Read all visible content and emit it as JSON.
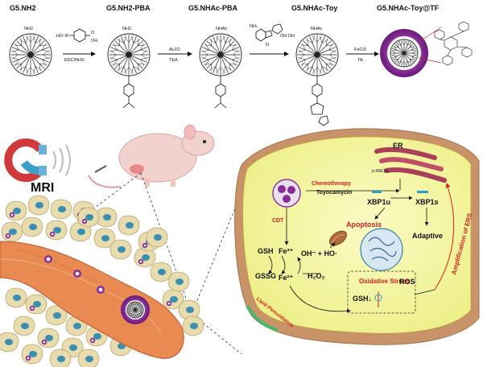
{
  "synthesis": {
    "stages": [
      "G5.NH2",
      "G5.NH2-PBA",
      "G5.NHAc-PBA",
      "G5.NHAc-Toy",
      "G5.NHAc-Toy@TF"
    ],
    "reagents": [
      {
        "above": "",
        "below": "EDC/NHS"
      },
      {
        "above": "Ac2O",
        "below": "TEA"
      },
      {
        "above": "",
        "below": ""
      },
      {
        "above": "FeCl3",
        "below": "TA"
      }
    ],
    "surface_groups": [
      "NH2",
      "NH2",
      "NHAc",
      "NHAc",
      ""
    ]
  },
  "imaging": {
    "label": "MRI"
  },
  "cell": {
    "er": "ER",
    "p_ire1a": "p-IRE1α",
    "chemotherapy": "Chemotherapy",
    "toyocamycin": "Toyocamycin",
    "xbp1u": "XBP1u",
    "xbp1s": "XBP1s",
    "apoptosis": "Apoptosis",
    "adaptive": "Adaptive",
    "amplification": "Amplification of ERS",
    "cdt": "CDT",
    "gsh": "GSH",
    "gssg": "GSSG",
    "fe3": "Fe³⁺",
    "fe2": "Fe²⁺",
    "radicals": "OH⁻ + HO·",
    "h2o2": "H₂O₂",
    "oxidative_stress": "Oxidative Stress",
    "ros": "ROS",
    "gsh_down": "GSH↓",
    "lipid_peroxidation": "Lipid Peroxidation"
  },
  "colors": {
    "cytoplasm": "#f3f39a",
    "membrane": "#c89368",
    "vessel": "#e88a52",
    "er": "#c0506a",
    "nanoparticle": "#8a2b9a",
    "tumor_cell": "#e8dcae",
    "nucleus": "#3a8fb0",
    "accent_red": "#d1201f"
  }
}
